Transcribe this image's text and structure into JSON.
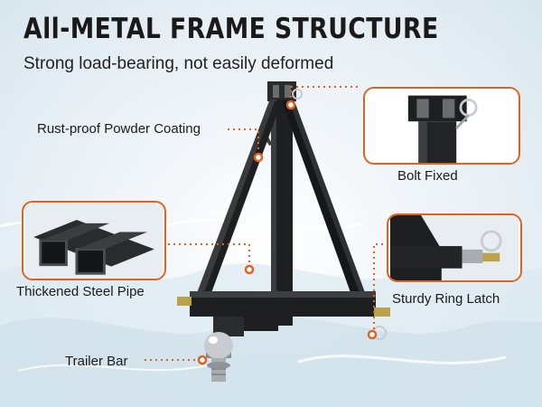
{
  "headline": "All-METAL FRAME STRUCTURE",
  "subheadline": "Strong load-bearing, not easily deformed",
  "callouts": {
    "coating": "Rust-proof Powder Coating",
    "bolt": "Bolt Fixed",
    "pipe": "Thickened Steel Pipe",
    "latch": "Sturdy Ring Latch",
    "trailer": "Trailer Bar"
  },
  "colors": {
    "accent": "#e2611d",
    "steel": "#1e1f21",
    "chrome": "#c8ccd0"
  }
}
